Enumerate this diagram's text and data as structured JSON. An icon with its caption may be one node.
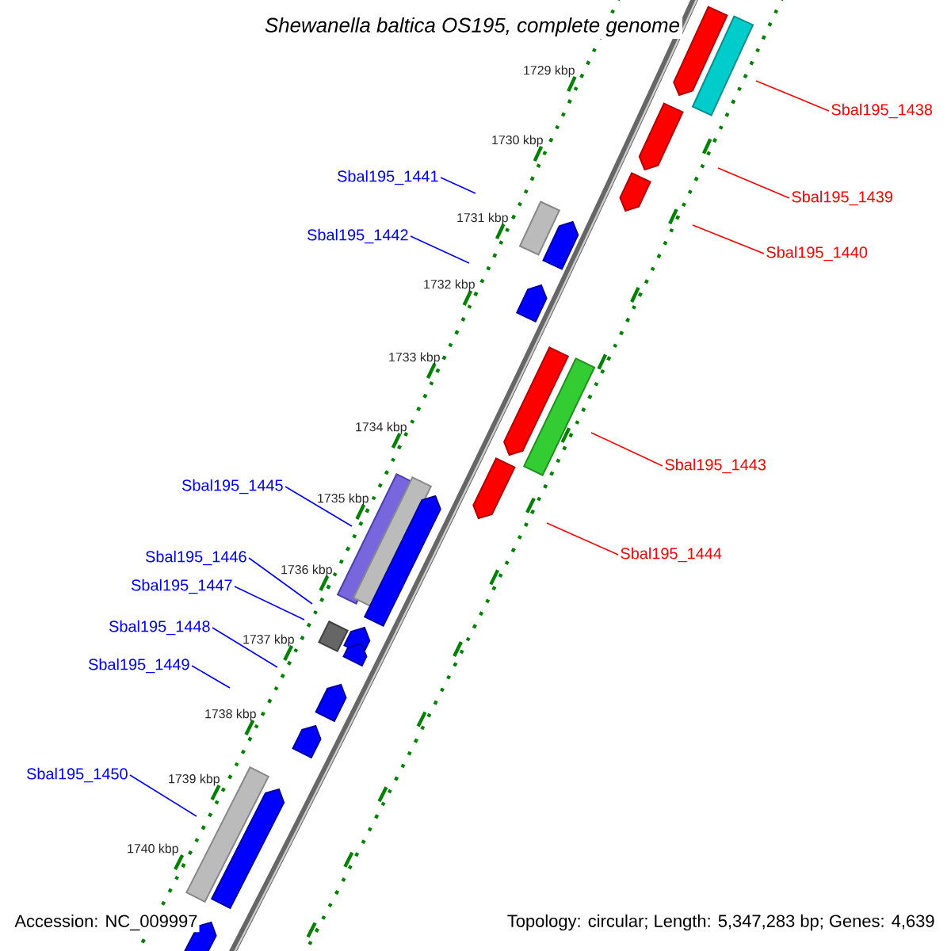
{
  "diagram": {
    "title": "Shewanella baltica OS195, complete genome",
    "nodes": [
      {
        "text": [
          "Sbal195_1438"
        ]
      },
      {
        "text": [
          "Sbal195_1441"
        ]
      },
      {
        "text": [
          "Sbal195_1439"
        ]
      },
      {
        "text": [
          "Sbal195_1442"
        ]
      },
      {
        "text": [
          "Sbal195_1440"
        ]
      },
      {
        "text": [
          "Sbal195_1443"
        ]
      },
      {
        "text": [
          "Sbal195_1445"
        ]
      },
      {
        "text": [
          "Sbal195_1444"
        ]
      },
      {
        "text": [
          "Sbal195_1446"
        ]
      },
      {
        "text": [
          "Sbal195_1447"
        ]
      },
      {
        "text": [
          "Sbal195_1448"
        ]
      },
      {
        "text": [
          "Sbal195_1449"
        ]
      },
      {
        "text": [
          "Sbal195_1450"
        ]
      }
    ],
    "edges": [
      {
        "from": 0,
        "to": null,
        "arrow": "none",
        "color": "#ff0000"
      },
      {
        "from": 1,
        "to": null,
        "arrow": "none"
      },
      {
        "from": 2,
        "to": null,
        "arrow": "none",
        "color": "#ff0000"
      },
      {
        "from": 3,
        "to": null,
        "arrow": "none"
      },
      {
        "from": 4,
        "to": null,
        "arrow": "none",
        "color": "#ff0000"
      },
      {
        "from": 5,
        "to": null,
        "arrow": "none",
        "color": "#ff0000"
      },
      {
        "from": 6,
        "to": null,
        "arrow": "none"
      },
      {
        "from": 7,
        "to": null,
        "arrow": "none",
        "color": "#ff0000"
      },
      {
        "from": 8,
        "to": null,
        "arrow": "none"
      },
      {
        "from": 9,
        "to": null,
        "arrow": "none"
      },
      {
        "from": 10,
        "to": null,
        "arrow": "none"
      },
      {
        "from": 11,
        "to": null,
        "arrow": "none"
      },
      {
        "from": 12,
        "to": null,
        "arrow": "none"
      }
    ],
    "labels": [
      "1729 kbp",
      "1730 kbp",
      "1731 kbp",
      "1732 kbp",
      "1733 kbp",
      "1734 kbp",
      "1735 kbp",
      "1736 kbp",
      "1737 kbp",
      "1738 kbp",
      "1739 kbp",
      "1740 kbp",
      "Accession: NC_009997",
      "Topology: circular; Length: 5,347,283 bp; Genes: 4,639"
    ]
  }
}
